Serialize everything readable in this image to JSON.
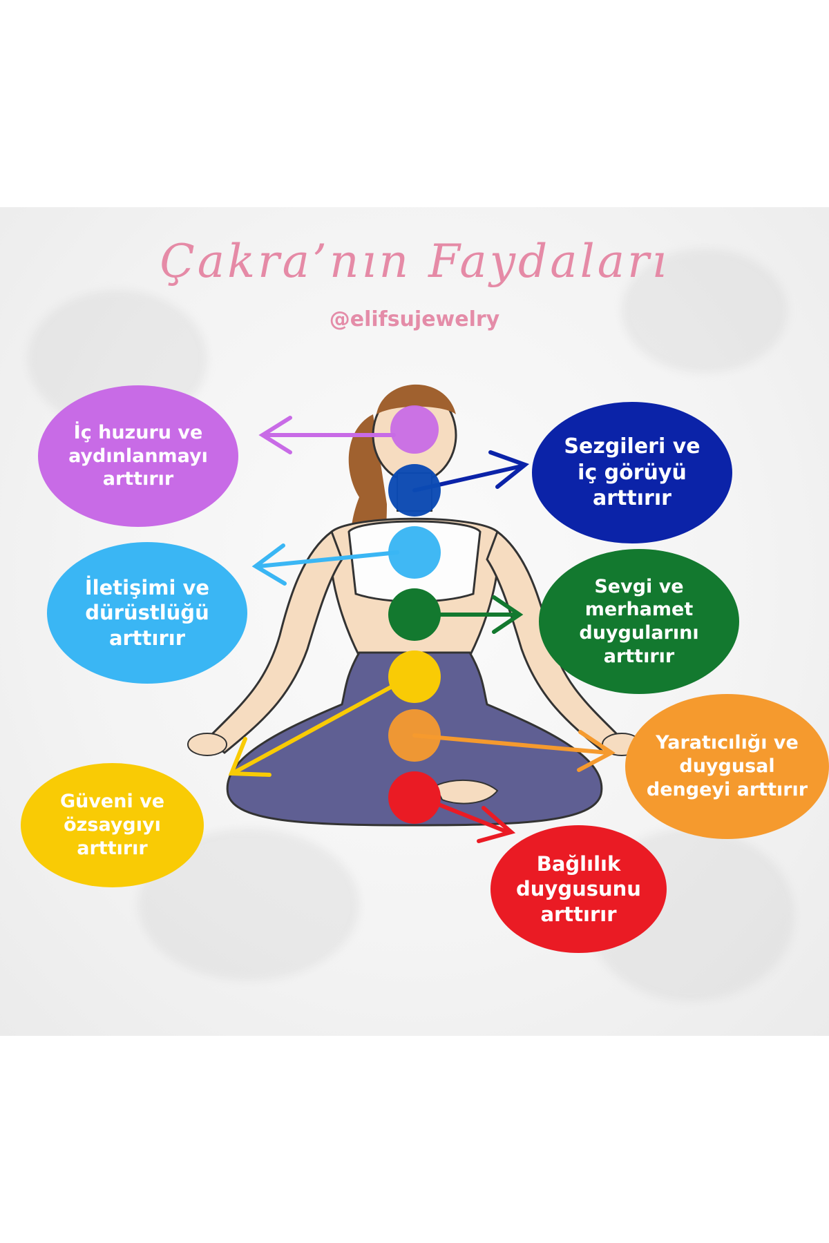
{
  "title": "Çakra’nın Faydaları",
  "handle": "@elifsujewelry",
  "chakras": [
    {
      "text": "İç huzuru ve\naydınlanmayı\narttırır",
      "color": "#c86be6"
    },
    {
      "text": "Sezgileri ve\niç görüyü\narttırır",
      "color": "#0b23a8"
    },
    {
      "text": "İletişimi ve\ndürüstlüğü\narttırır",
      "color": "#3ab6f4"
    },
    {
      "text": "Sevgi ve\nmerhamet\nduygularını\narttırır",
      "color": "#13792f"
    },
    {
      "text": "Yaratıcılığı ve\nduygusal\ndengeyi arttırır",
      "color": "#f59a2e"
    },
    {
      "text": "Güveni ve\nözsaygıyı\narttırır",
      "color": "#f9cb05"
    },
    {
      "text": "Bağlılık\nduygusunu\narttırır",
      "color": "#ea1b24"
    }
  ]
}
